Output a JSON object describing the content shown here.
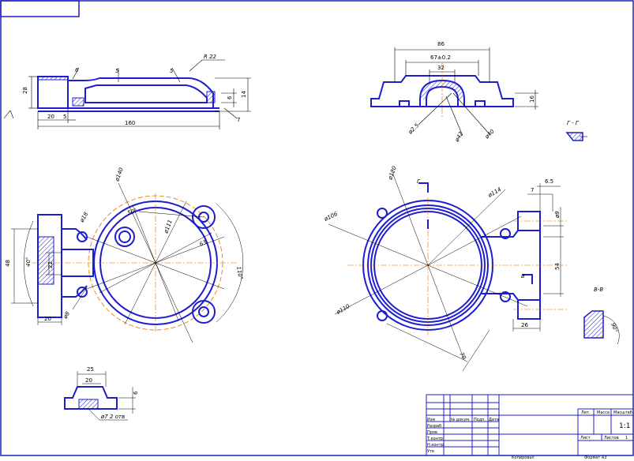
{
  "colors": {
    "outline": "#1e1ecc",
    "dimension": "#000000",
    "centerline": "#e07000",
    "hatch": "#1e1ecc",
    "frame": "#1e1ecc"
  },
  "view_top_left": {
    "dims": {
      "len_160": "160",
      "len_20": "20",
      "len_5a": "5",
      "h_28": "28",
      "r_6": "6",
      "t_5": "5",
      "t_5b": "5",
      "r_22": "R 22",
      "h_6": "6",
      "h_14": "14",
      "h_7": "7"
    }
  },
  "view_top_right": {
    "dims": {
      "w_86": "86",
      "w_67": "67±0.2",
      "w_32": "32",
      "h_16": "16",
      "d_25": "ø2.5",
      "d_42": "ø42",
      "d_40": "ø40"
    }
  },
  "view_plan_left": {
    "dims": {
      "d_140": "ø140",
      "d_18": "ø18",
      "ang_50": "50°",
      "d_111": "ø111",
      "r_63": "63",
      "ang_110": "110°",
      "h_48": "48",
      "ang_40": "40°",
      "w_22": "22",
      "w_20": "20",
      "d_8": "ø8"
    }
  },
  "view_plan_right": {
    "section_g": "Г",
    "section_v": "В",
    "dims": {
      "d_120": "ø120",
      "d_106": "ø106",
      "d_114": "ø114",
      "d_110": "ø110",
      "w_7": "7",
      "w_65": "6.5",
      "d_9": "ø9",
      "h_54": "54",
      "w_26": "26",
      "len_70": "70"
    }
  },
  "section_gg": {
    "label": "Г - Г"
  },
  "section_vv": {
    "label": "В-В",
    "angle": "90°"
  },
  "view_bottom": {
    "dims": {
      "w_25": "25",
      "w_20": "20",
      "h_6": "6",
      "holes": "ø7 2 отв"
    }
  },
  "title_block": {
    "rows": [
      "Изм",
      "Разраб",
      "Пров",
      "Т.контр",
      "Н.контр",
      "Утв"
    ],
    "col_headers": [
      "№ докум.",
      "Подп.",
      "Дата"
    ],
    "lit_header": "Лит.",
    "mass_header": "Масса",
    "scale_header": "Масштаб",
    "scale_value": "1:1",
    "sheet_label": "Лист",
    "sheets_label": "Листов",
    "sheets_value": "1",
    "copied": "Копировал",
    "format": "Формат  A3"
  }
}
